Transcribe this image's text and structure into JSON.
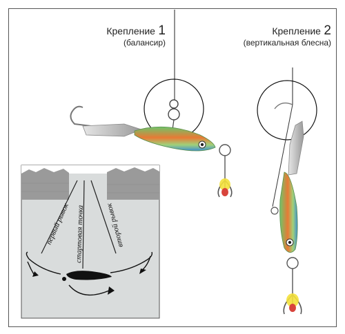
{
  "mount1": {
    "title": "Крепление",
    "number": "1",
    "subtitle": "(балансир)"
  },
  "mount2": {
    "title": "Крепление",
    "number": "2",
    "subtitle": "(вертикальная блесна)"
  },
  "inset": {
    "first_jerk": "первый рывок",
    "start_point": "стартовая точка",
    "second_jerk": "второй рывок"
  },
  "colors": {
    "ice": "#9a9a9a",
    "water": "#d9dcdc",
    "line": "#222222",
    "lure_green": "#7ccf6a",
    "lure_orange": "#e2762e",
    "lure_blue": "#3a7fc4",
    "hook_red": "#d8443c",
    "tee_yellow": "#f4e13c"
  }
}
